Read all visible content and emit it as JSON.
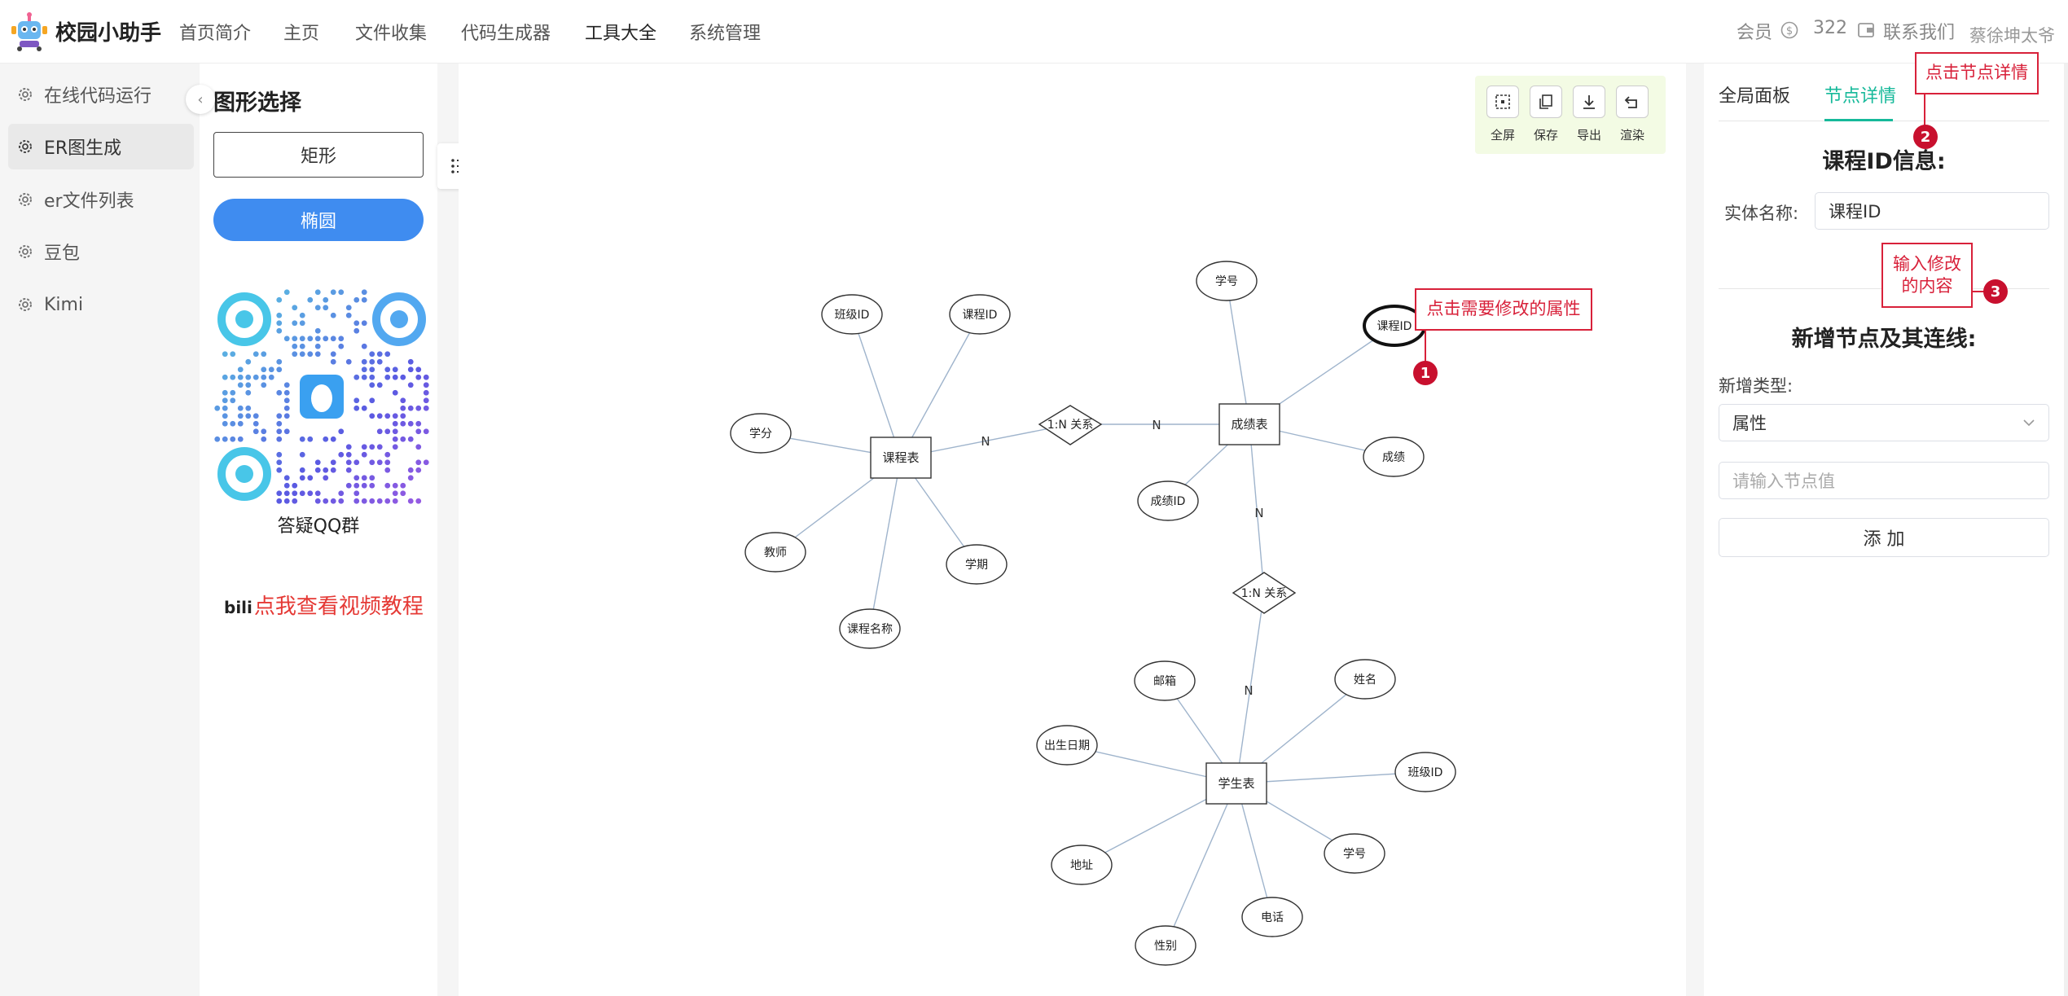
{
  "header": {
    "brand": "校园小助手",
    "nav": [
      "首页简介",
      "主页",
      "文件收集",
      "代码生成器",
      "工具大全",
      "系统管理"
    ],
    "member_label": "会员",
    "points": "322",
    "contact": "联系我们",
    "user": "蔡徐坤太爷"
  },
  "sidebar": {
    "items": [
      {
        "label": "在线代码运行"
      },
      {
        "label": "ER图生成"
      },
      {
        "label": "er文件列表"
      },
      {
        "label": "豆包"
      },
      {
        "label": "Kimi"
      }
    ]
  },
  "shape_panel": {
    "title": "图形选择",
    "rect_label": "矩形",
    "ellipse_label": "椭圆",
    "qr_caption": "答疑QQ群",
    "bili_mark": "bili",
    "video_link": "点我查看视频教程"
  },
  "toolbar": {
    "fullscreen": "全屏",
    "save": "保存",
    "export": "导出",
    "render": "渲染"
  },
  "er": {
    "entities": [
      "课程表",
      "成绩表",
      "学生表"
    ],
    "relations": [
      "1:N 关系",
      "1:N 关系"
    ],
    "course_attrs": [
      "班级ID",
      "课程ID",
      "学分",
      "教师",
      "学期",
      "课程名称"
    ],
    "score_attrs": [
      "学号",
      "课程ID",
      "成绩",
      "成绩ID"
    ],
    "student_attrs": [
      "邮箱",
      "姓名",
      "出生日期",
      "班级ID",
      "地址",
      "学号",
      "电话",
      "性别"
    ],
    "cardinalities": [
      "N",
      "N",
      "N",
      "N"
    ]
  },
  "right_panel": {
    "tab_global": "全局面板",
    "tab_node": "节点详情",
    "info_title": "课程ID信息:",
    "entity_name_label": "实体名称:",
    "entity_name_value": "课程ID",
    "add_title": "新增节点及其连线:",
    "add_type_label": "新增类型:",
    "add_type_value": "属性",
    "node_value_placeholder": "请输入节点值",
    "add_button": "添 加"
  },
  "callouts": {
    "c1": "点击需要修改的属性",
    "c2": "点击节点详情",
    "c3": "输入修改的内容",
    "n1": "1",
    "n2": "2",
    "n3": "3"
  },
  "colors": {
    "accent": "#3f8cf0",
    "tab_active": "#16b99a",
    "callout": "#d8213a",
    "toolbar_bg": "#f3fbe4"
  }
}
